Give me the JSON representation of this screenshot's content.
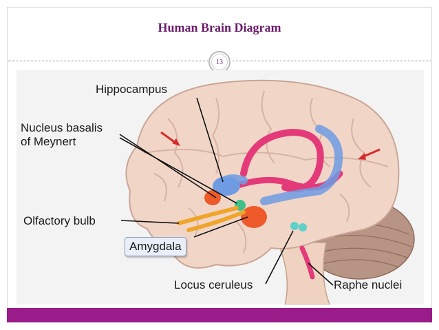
{
  "slide": {
    "title": "Human Brain  Diagram",
    "page_number": "13"
  },
  "diagram": {
    "labels": {
      "hippocampus": "Hippocampus",
      "nucleus_basalis_line1": "Nucleus basalis",
      "nucleus_basalis_line2": "of Meynert",
      "olfactory_bulb": "Olfactory bulb",
      "amygdala": "Amygdala",
      "locus_ceruleus": "Locus ceruleus",
      "raphe_nuclei": "Raphe nuclei"
    }
  },
  "colors": {
    "title": "#6b1b6b",
    "footer_bar": "#9a1b8a",
    "brain": "#f1d6c8",
    "hippocampus_arc": "#e43a79",
    "blue_structure": "#6f9be3",
    "amygdala": "#ee5a2a",
    "olfactory": "#f0a52a",
    "arrow_red": "#d62b2b"
  }
}
